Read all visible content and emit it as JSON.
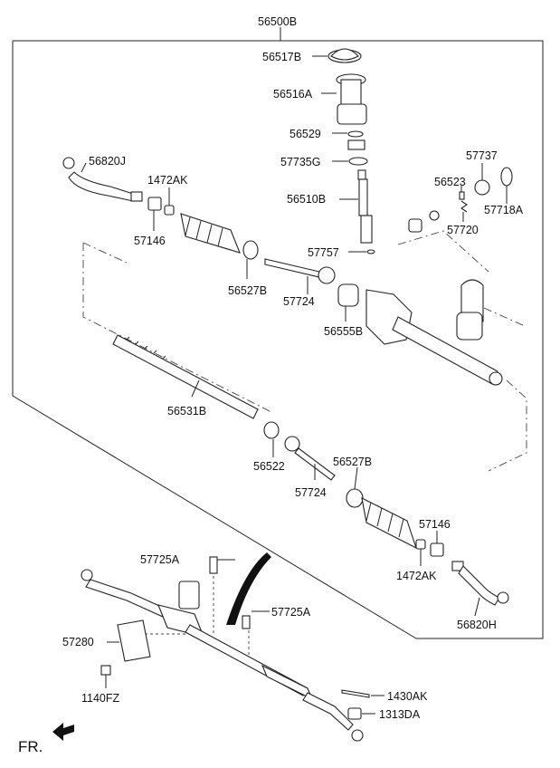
{
  "diagram": {
    "assembly_label": "56500B",
    "parts": {
      "p56517B": "56517B",
      "p56516A": "56516A",
      "p56529": "56529",
      "p57735G": "57735G",
      "p56510B": "56510B",
      "p57737": "57737",
      "p56523": "56523",
      "p57718A": "57718A",
      "p57720": "57720",
      "p57757": "57757",
      "p56820J": "56820J",
      "p1472AK_top": "1472AK",
      "p57146_top": "57146",
      "p56527B_top": "56527B",
      "p57724_top": "57724",
      "p56555B": "56555B",
      "p56531B": "56531B",
      "p56522": "56522",
      "p57724_bottom": "57724",
      "p56527B_bottom": "56527B",
      "p57146_bottom": "57146",
      "p1472AK_bottom": "1472AK",
      "p56820H": "56820H",
      "p57725A_top": "57725A",
      "p57725A_mid": "57725A",
      "p57280": "57280",
      "p1140FZ": "1140FZ",
      "p1430AK": "1430AK",
      "p1313DA": "1313DA"
    },
    "direction_label": "FR."
  }
}
